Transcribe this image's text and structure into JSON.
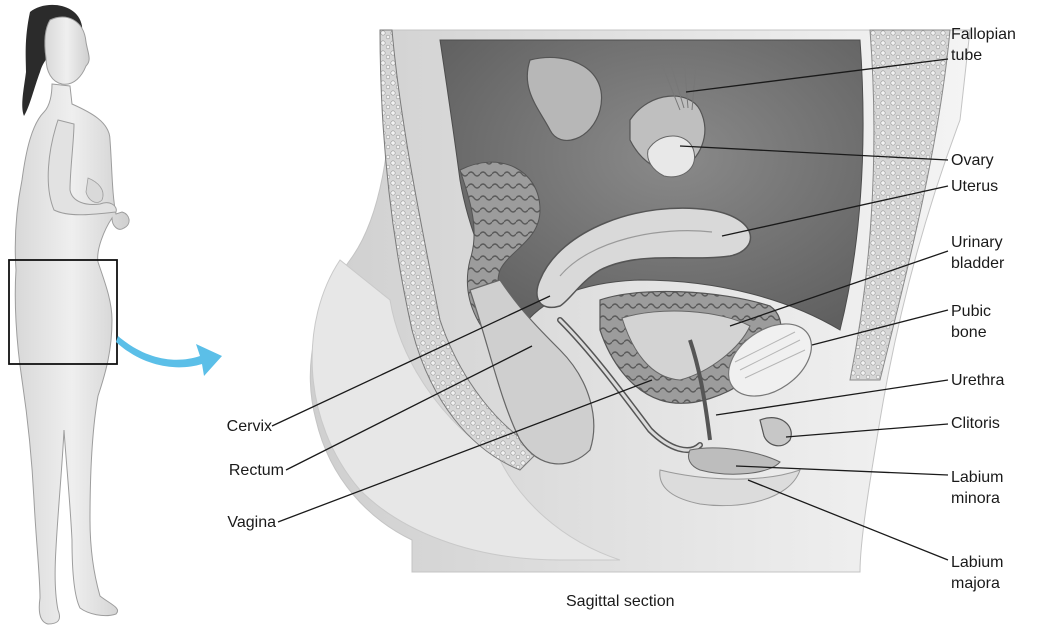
{
  "labels": {
    "fallopian_tube": "Fallopian\ntube",
    "ovary": "Ovary",
    "uterus": "Uterus",
    "urinary_bladder": "Urinary\nbladder",
    "pubic_bone": "Pubic\nbone",
    "urethra": "Urethra",
    "clitoris": "Clitoris",
    "labium_minora": "Labium\nminora",
    "labium_majora": "Labium\nmajora",
    "cervix": "Cervix",
    "rectum": "Rectum",
    "vagina": "Vagina"
  },
  "caption": "Sagittal section",
  "colors": {
    "arrow": "#5bbfe8",
    "tissue": "#bdbdbd",
    "tissue_dark": "#7a7a7a",
    "background": "#ffffff",
    "leader": "#1a1a1a"
  }
}
